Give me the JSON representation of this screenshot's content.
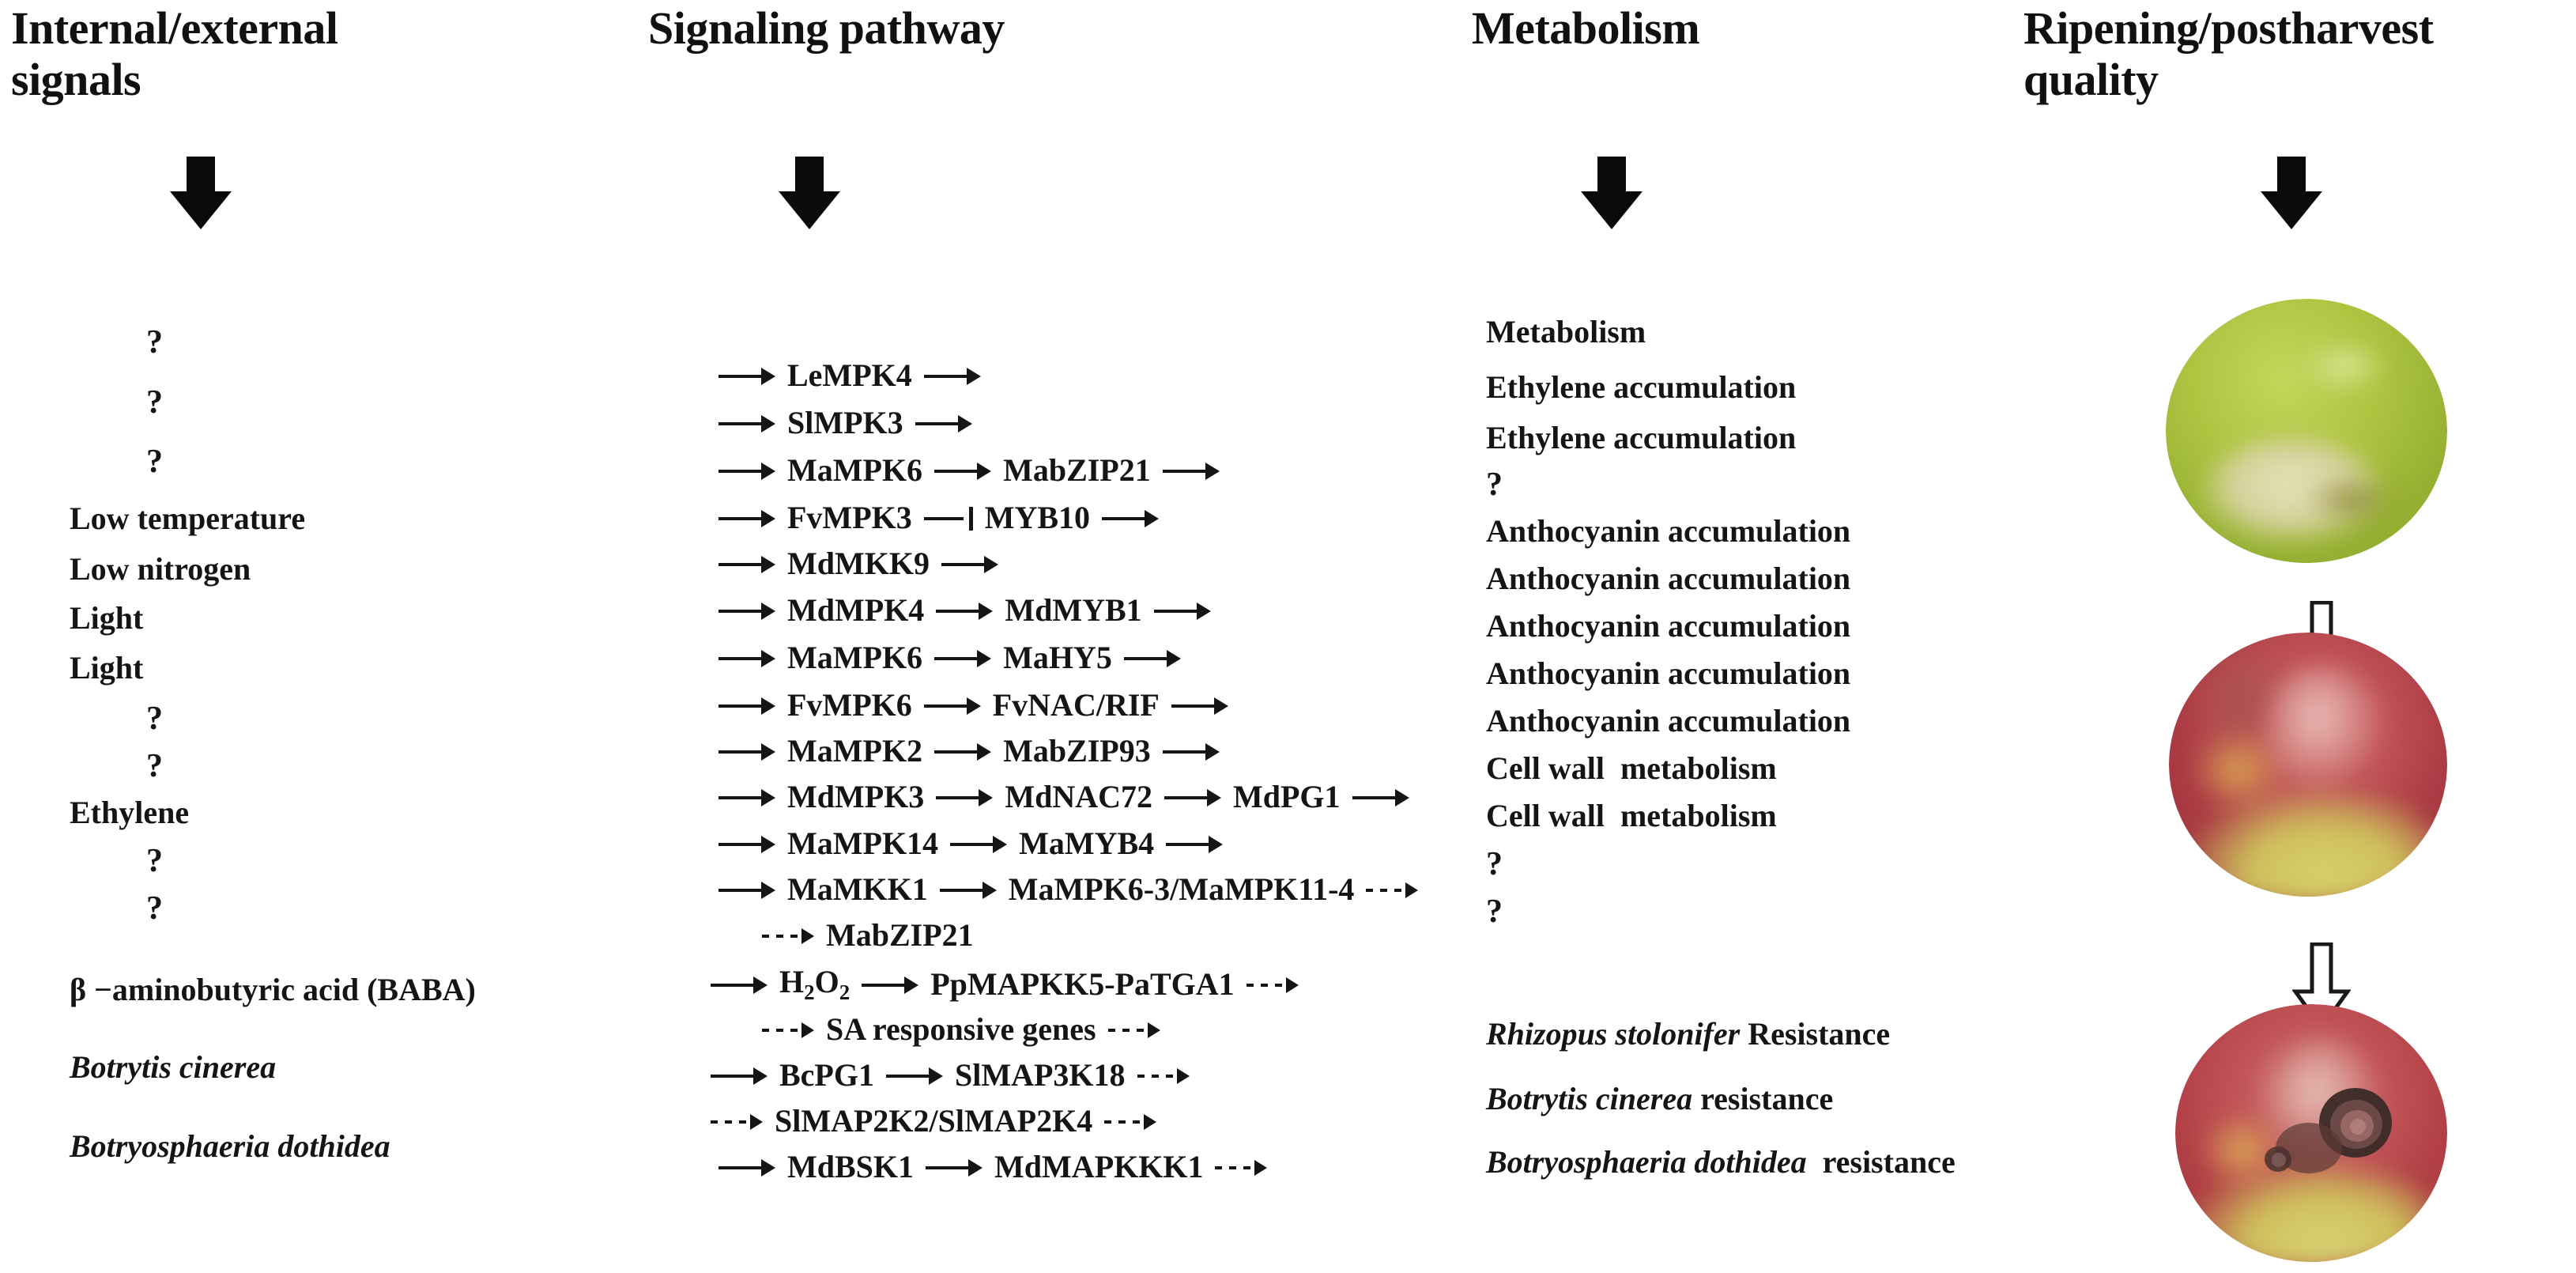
{
  "figure": {
    "type": "pathway-diagram",
    "background": "#ffffff",
    "columns": [
      {
        "id": "signals",
        "title": "Internal/external\nsignals"
      },
      {
        "id": "pathway",
        "title": "Signaling pathway"
      },
      {
        "id": "metabolism",
        "title": "Metabolism"
      },
      {
        "id": "quality",
        "title": "Ripening/postharvest\nquality"
      }
    ]
  },
  "flow_arrows": {
    "header_arrow_icon": "down-arrow-solid",
    "stage_arrow_icon": "down-arrow-hollow",
    "count_header": 4,
    "count_stage": 2
  },
  "signals": [
    {
      "text": "?",
      "style": "question"
    },
    {
      "text": "?",
      "style": "question"
    },
    {
      "text": "?",
      "style": "question"
    },
    {
      "text": "Low temperature",
      "style": "bold"
    },
    {
      "text": "Low nitrogen",
      "style": "bold"
    },
    {
      "text": "Light",
      "style": "bold"
    },
    {
      "text": "Light",
      "style": "bold"
    },
    {
      "text": "?",
      "style": "question"
    },
    {
      "text": "?",
      "style": "question"
    },
    {
      "text": "Ethylene",
      "style": "bold"
    },
    {
      "text": "?",
      "style": "question"
    },
    {
      "text": "?",
      "style": "question"
    },
    {
      "text": "β −aminobutyric acid (BABA)",
      "style": "bold"
    },
    {
      "text": "Botrytis cinerea",
      "style": "italic"
    },
    {
      "text": "Botryosphaeria dothidea",
      "style": "italic"
    }
  ],
  "pathways": [
    {
      "nodes": [
        "LeMPK4"
      ],
      "lead_in": "arrow",
      "tail": "arrow"
    },
    {
      "nodes": [
        "SlMPK3"
      ],
      "lead_in": "arrow",
      "tail": "arrow"
    },
    {
      "nodes": [
        "MaMPK6",
        "MabZIP21"
      ],
      "lead_in": "arrow",
      "links": [
        "arrow"
      ],
      "tail": "arrow"
    },
    {
      "nodes": [
        "FvMPK3",
        "MYB10"
      ],
      "lead_in": "arrow",
      "links": [
        "inhibit"
      ],
      "tail": "arrow"
    },
    {
      "nodes": [
        "MdMKK9"
      ],
      "lead_in": "arrow",
      "tail": "arrow"
    },
    {
      "nodes": [
        "MdMPK4",
        "MdMYB1"
      ],
      "lead_in": "arrow",
      "links": [
        "arrow"
      ],
      "tail": "arrow"
    },
    {
      "nodes": [
        "MaMPK6",
        "MaHY5"
      ],
      "lead_in": "arrow",
      "links": [
        "arrow"
      ],
      "tail": "arrow"
    },
    {
      "nodes": [
        "FvMPK6",
        "FvNAC/RIF"
      ],
      "lead_in": "arrow",
      "links": [
        "arrow"
      ],
      "tail": "arrow"
    },
    {
      "nodes": [
        "MaMPK2",
        "MabZIP93"
      ],
      "lead_in": "arrow",
      "links": [
        "arrow"
      ],
      "tail": "arrow"
    },
    {
      "nodes": [
        "MdMPK3",
        "MdNAC72",
        "MdPG1"
      ],
      "lead_in": "arrow",
      "links": [
        "arrow",
        "arrow"
      ],
      "tail": "arrow"
    },
    {
      "nodes": [
        "MaMPK14",
        "MaMYB4"
      ],
      "lead_in": "arrow",
      "links": [
        "arrow"
      ],
      "tail": "arrow"
    },
    {
      "nodes": [
        "MaMKK1",
        "MaMPK6-3/MaMPK11-4"
      ],
      "lead_in": "arrow",
      "links": [
        "arrow"
      ],
      "tail": "dashed"
    },
    {
      "nodes": [
        "MabZIP21"
      ],
      "lead_in": "dashed",
      "tail": "none"
    },
    {
      "nodes": [
        "H2O2",
        "PpMAPKK5-PaTGA1"
      ],
      "lead_in": "arrow",
      "links": [
        "arrow"
      ],
      "tail": "dashed",
      "subscripts": true
    },
    {
      "nodes": [
        "SA responsive genes"
      ],
      "lead_in": "dashed",
      "tail": "dashed"
    },
    {
      "nodes": [
        "BcPG1",
        "SlMAP3K18"
      ],
      "lead_in": "arrow",
      "links": [
        "arrow"
      ],
      "tail": "dashed"
    },
    {
      "nodes": [
        "SlMAP2K2/SlMAP2K4"
      ],
      "lead_in": "dashed",
      "tail": "dashed"
    },
    {
      "nodes": [
        "MdBSK1",
        "MdMAPKKK1"
      ],
      "lead_in": "arrow",
      "links": [
        "arrow"
      ],
      "tail": "dashed"
    }
  ],
  "metabolism": [
    {
      "text": "Metabolism",
      "style": "bold"
    },
    {
      "text": "Ethylene accumulation",
      "style": "bold"
    },
    {
      "text": "Ethylene accumulation",
      "style": "bold"
    },
    {
      "text": "?",
      "style": "question"
    },
    {
      "text": "Anthocyanin accumulation",
      "style": "bold"
    },
    {
      "text": "Anthocyanin accumulation",
      "style": "bold"
    },
    {
      "text": "Anthocyanin accumulation",
      "style": "bold"
    },
    {
      "text": "Anthocyanin accumulation",
      "style": "bold"
    },
    {
      "text": "Anthocyanin accumulation",
      "style": "bold"
    },
    {
      "text": "Cell wall  metabolism",
      "style": "bold"
    },
    {
      "text": "Cell wall  metabolism",
      "style": "bold"
    },
    {
      "text": "?",
      "style": "question"
    },
    {
      "text": "?",
      "style": "question"
    },
    {
      "text": "Rhizopus stolonifer Resistance",
      "style": "italic-mixed",
      "italic_part": "Rhizopus stolonifer",
      "plain_part": " Resistance"
    },
    {
      "text": "Botrytis cinerea resistance",
      "style": "italic-mixed",
      "italic_part": "Botrytis cinerea",
      "plain_part": " resistance"
    },
    {
      "text": "Botryosphaeria dothidea  resistance",
      "style": "italic-mixed",
      "italic_part": "Botryosphaeria dothidea",
      "plain_part": "  resistance"
    }
  ],
  "fruits": [
    {
      "id": "fruit-unripe",
      "label": "green unripe apple",
      "main_color": "#a9c23e",
      "patch_color": "#ddd9ae"
    },
    {
      "id": "fruit-ripe",
      "label": "red ripe apple",
      "main_color": "#b8434a",
      "patch_color": "#d2cf62"
    },
    {
      "id": "fruit-diseased",
      "label": "red apple with rot lesions",
      "main_color": "#b8474a",
      "patch_color": "#d6cd70",
      "lesion_color": "#3b2a27"
    }
  ]
}
